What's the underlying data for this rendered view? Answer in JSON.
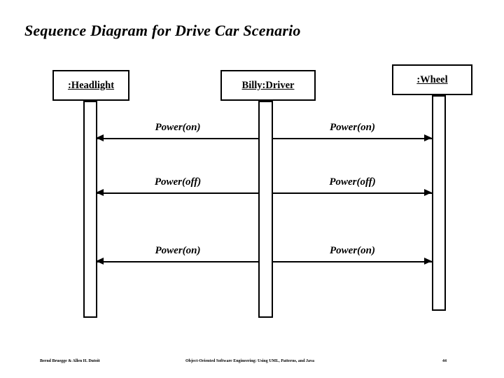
{
  "slide": {
    "title": "Sequence Diagram for Drive Car Scenario",
    "page_number": "44"
  },
  "diagram": {
    "type": "uml-sequence-diagram",
    "objects": [
      {
        "id": "headlight",
        "label": ":Headlight"
      },
      {
        "id": "driver",
        "label": "Billy:Driver"
      },
      {
        "id": "wheel",
        "label": ":Wheel"
      }
    ],
    "messages": [
      {
        "index": 1,
        "label": "Power(on)",
        "from": "driver",
        "to": "headlight",
        "direction": "left"
      },
      {
        "index": 2,
        "label": "Power(on)",
        "from": "driver",
        "to": "wheel",
        "direction": "right"
      },
      {
        "index": 3,
        "label": "Power(off)",
        "from": "driver",
        "to": "headlight",
        "direction": "left"
      },
      {
        "index": 4,
        "label": "Power(off)",
        "from": "driver",
        "to": "wheel",
        "direction": "right"
      },
      {
        "index": 5,
        "label": "Power(on)",
        "from": "driver",
        "to": "headlight",
        "direction": "left"
      },
      {
        "index": 6,
        "label": "Power(on)",
        "from": "driver",
        "to": "wheel",
        "direction": "right"
      }
    ]
  },
  "footer": {
    "authors": "Bernd Bruegge & Allen H. Dutoit",
    "book": "Object-Oriented Software Engineering: Using UML, Patterns, and Java",
    "page": "44"
  },
  "colors": {
    "ink": "#000000",
    "paper": "#ffffff"
  }
}
